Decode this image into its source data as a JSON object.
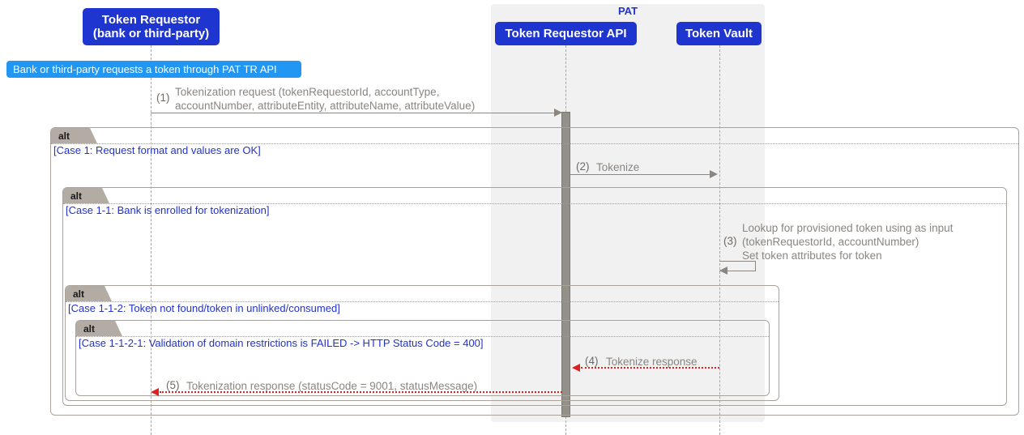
{
  "diagram": {
    "title": "PAT tokenization sequence diagram",
    "type": "uml-sequence-diagram"
  },
  "group": {
    "label": "PAT",
    "color": "#2233cc",
    "background": "#f1f1f1"
  },
  "participants": [
    {
      "id": "token-requestor",
      "line1": "Token Requestor",
      "line2": "(bank or third-party)",
      "color": "#1f35cf"
    },
    {
      "id": "token-requestor-api",
      "line1": "Token Requestor API",
      "line2": "",
      "color": "#1f35cf"
    },
    {
      "id": "token-vault",
      "line1": "Token Vault",
      "line2": "",
      "color": "#1f35cf"
    }
  ],
  "divider": {
    "label": "Bank or third-party requests a token through PAT TR API",
    "color": "#2196f3"
  },
  "fragments": [
    {
      "id": "alt-1",
      "tab": "alt",
      "condition": "[Case 1: Request format and values are OK]"
    },
    {
      "id": "alt-1-1",
      "tab": "alt",
      "condition": "[Case 1-1:  Bank is enrolled for tokenization]"
    },
    {
      "id": "alt-1-1-2",
      "tab": "alt",
      "condition": "[Case 1-1-2: Token not found/token in unlinked/consumed]"
    },
    {
      "id": "alt-1-1-2-1",
      "tab": "alt",
      "condition": "[Case 1-1-2-1: Validation of domain restrictions is FAILED -> HTTP Status Code = 400]"
    }
  ],
  "messages": [
    {
      "id": "msg-1",
      "number": "(1)",
      "line1": "Tokenization request (tokenRequestorId, accountType,",
      "line2": "accountNumber, attributeEntity, attributeName, attributeValue)",
      "line3": "",
      "style": "solid",
      "direction": "right",
      "from": "token-requestor",
      "to": "token-requestor-api"
    },
    {
      "id": "msg-2",
      "number": "(2)",
      "line1": "Tokenize",
      "line2": "",
      "line3": "",
      "style": "solid",
      "direction": "right",
      "from": "token-requestor-api",
      "to": "token-vault"
    },
    {
      "id": "msg-3",
      "number": "(3)",
      "line1": "Lookup for provisioned token using as input",
      "line2": "(tokenRequestorId, accountNumber)",
      "line3": "Set token attributes for token",
      "style": "self",
      "direction": "self",
      "from": "token-vault",
      "to": "token-vault"
    },
    {
      "id": "msg-4",
      "number": "(4)",
      "line1": "Tokenize response",
      "line2": "",
      "line3": "",
      "style": "dotted-red",
      "direction": "left",
      "from": "token-vault",
      "to": "token-requestor-api"
    },
    {
      "id": "msg-5",
      "number": "(5)",
      "line1": "Tokenization response (statusCode = 9001, statusMessage)",
      "line2": "",
      "line3": "",
      "style": "dotted-red",
      "direction": "left",
      "from": "token-requestor-api",
      "to": "token-requestor"
    }
  ]
}
